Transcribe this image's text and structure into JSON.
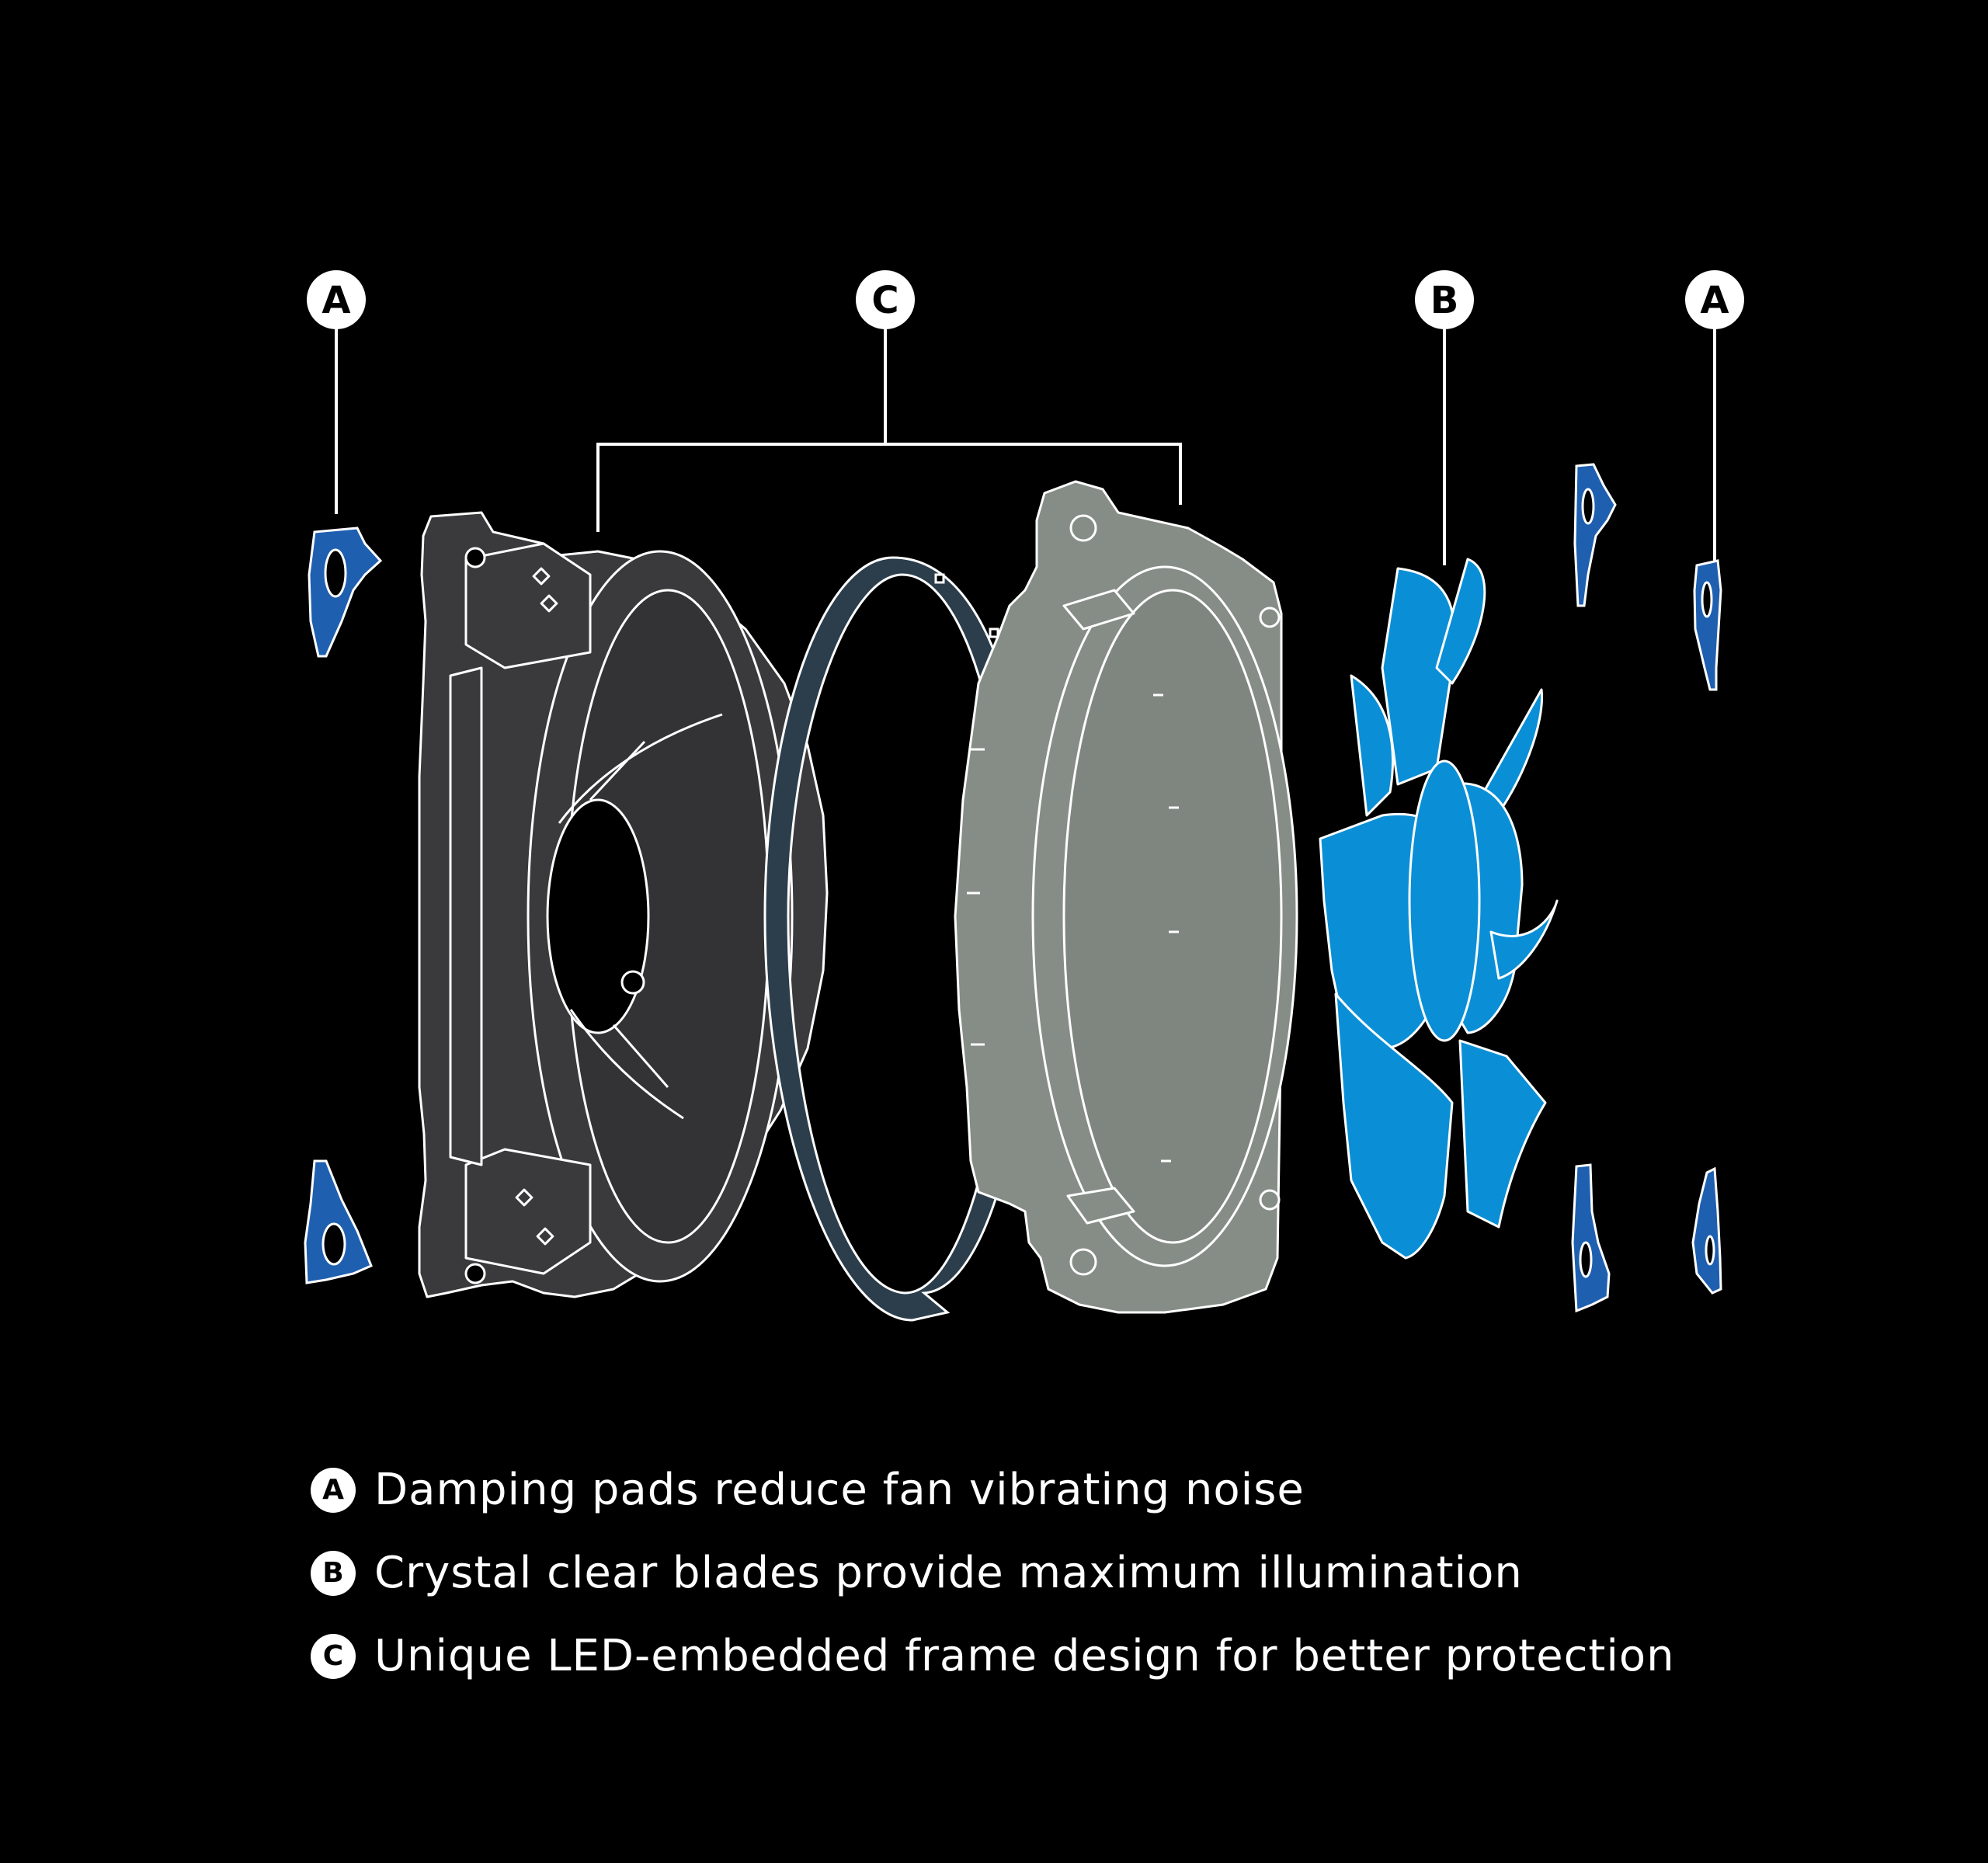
{
  "callouts": {
    "a_left": "A",
    "c": "C",
    "b": "B",
    "a_right": "A"
  },
  "legend": [
    {
      "letter": "A",
      "text": "Damping pads reduce fan vibrating noise"
    },
    {
      "letter": "B",
      "text": "Crystal clear blades provide maximum illumination"
    },
    {
      "letter": "C",
      "text": "Unique LED-embedded frame design for better protection"
    }
  ],
  "colors": {
    "background": "#000000",
    "outline": "#ffffff",
    "front_frame": "#3a3a3c",
    "led_ring": "#2c3e4c",
    "rear_frame": "#868d87",
    "blade": "#0a8fd6",
    "pad": "#1f5fb0"
  }
}
